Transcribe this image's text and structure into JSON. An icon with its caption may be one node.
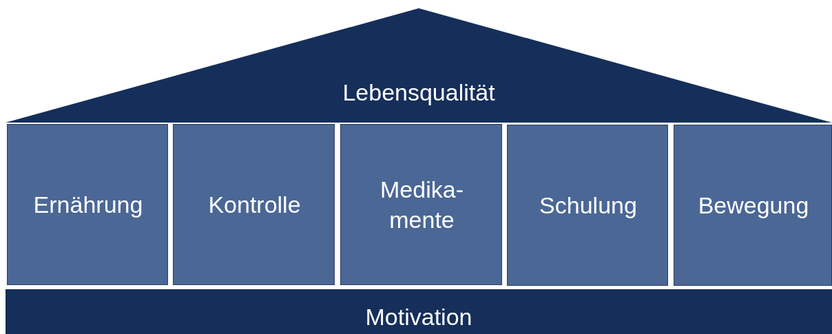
{
  "diagram": {
    "nodes": [
      {
        "text": [
          "Lebensqualität"
        ]
      },
      {
        "text": [
          "Ernährung"
        ]
      },
      {
        "text": [
          "Kontrolle"
        ]
      },
      {
        "text": [
          "Medika- mente"
        ]
      },
      {
        "text": [
          "Schulung"
        ]
      },
      {
        "text": [
          "Bewegung"
        ]
      },
      {
        "text": [
          "Motivation"
        ]
      }
    ]
  }
}
